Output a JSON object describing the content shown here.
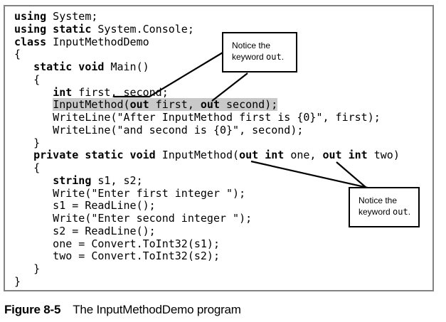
{
  "figure": {
    "caption_label": "Figure 8-5",
    "caption_text": "The InputMethodDemo program"
  },
  "callouts": {
    "first": {
      "line1": "Notice the",
      "line2_word": "keyword",
      "keyword": "out",
      "period": "."
    },
    "second": {
      "line1": "Notice the",
      "line2_word": "keyword",
      "keyword": "out",
      "period": "."
    }
  },
  "colors": {
    "highlight": "#c9c9c9",
    "frame_border": "#828282",
    "callout_border": "#000000",
    "text": "#000000"
  },
  "code_lines": [
    [
      [
        "b",
        "using"
      ],
      [
        "r",
        " System;"
      ]
    ],
    [
      [
        "b",
        "using static"
      ],
      [
        "r",
        " System.Console;"
      ]
    ],
    [
      [
        "b",
        "class"
      ],
      [
        "r",
        " InputMethodDemo"
      ]
    ],
    [
      [
        "r",
        "{"
      ]
    ],
    [
      [
        "r",
        "   "
      ],
      [
        "b",
        "static void"
      ],
      [
        "r",
        " Main()"
      ]
    ],
    [
      [
        "r",
        "   {"
      ]
    ],
    [
      [
        "r",
        "      "
      ],
      [
        "b",
        "int"
      ],
      [
        "r",
        " first, second;"
      ]
    ],
    [
      [
        "r",
        "      "
      ],
      [
        "h",
        "InputMethod("
      ],
      [
        "hb",
        "out"
      ],
      [
        "h",
        " first, "
      ],
      [
        "hb",
        "out"
      ],
      [
        "h",
        " second);"
      ]
    ],
    [
      [
        "r",
        "      WriteLine(\"After InputMethod first is {0}\", first);"
      ]
    ],
    [
      [
        "r",
        "      WriteLine(\"and second is {0}\", second);"
      ]
    ],
    [
      [
        "r",
        "   }"
      ]
    ],
    [
      [
        "r",
        "   "
      ],
      [
        "b",
        "private static void"
      ],
      [
        "r",
        " InputMethod("
      ],
      [
        "b",
        "out int"
      ],
      [
        "r",
        " one, "
      ],
      [
        "b",
        "out int"
      ],
      [
        "r",
        " two)"
      ]
    ],
    [
      [
        "r",
        "   {"
      ]
    ],
    [
      [
        "r",
        "      "
      ],
      [
        "b",
        "string"
      ],
      [
        "r",
        " s1, s2;"
      ]
    ],
    [
      [
        "r",
        "      Write(\"Enter first integer \");"
      ]
    ],
    [
      [
        "r",
        "      s1 = ReadLine();"
      ]
    ],
    [
      [
        "r",
        "      Write(\"Enter second integer \");"
      ]
    ],
    [
      [
        "r",
        "      s2 = ReadLine();"
      ]
    ],
    [
      [
        "r",
        "      one = Convert.ToInt32(s1);"
      ]
    ],
    [
      [
        "r",
        "      two = Convert.ToInt32(s2);"
      ]
    ],
    [
      [
        "r",
        "   }"
      ]
    ],
    [
      [
        "r",
        "}"
      ]
    ]
  ]
}
